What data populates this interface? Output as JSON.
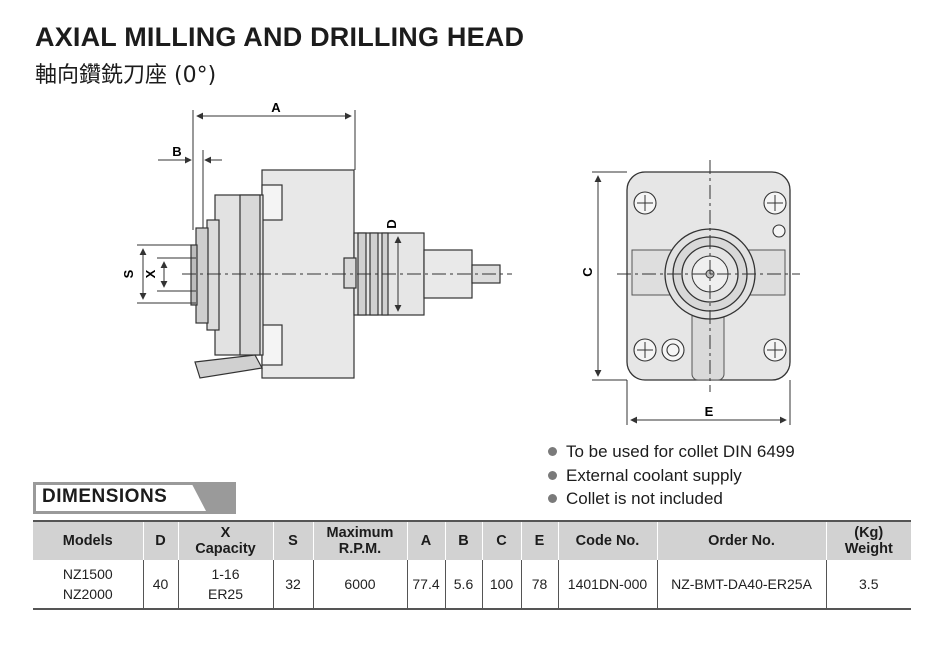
{
  "title": {
    "english": "AXIAL MILLING AND DRILLING HEAD",
    "chinese": "軸向鑽銑刀座 (0°)"
  },
  "drawing_labels": {
    "a": "A",
    "b": "B",
    "d": "D",
    "s": "S",
    "x": "X",
    "c": "C",
    "e": "E"
  },
  "notes": [
    "To be used for collet DIN 6499",
    "External coolant supply",
    "Collet is not included"
  ],
  "dimensions_label": "DIMENSIONS",
  "table": {
    "headers": {
      "models": "Models",
      "d": "D",
      "x_line1": "X",
      "x_line2": "Capacity",
      "s": "S",
      "rpm_line1": "Maximum",
      "rpm_line2": "R.P.M.",
      "a": "A",
      "b": "B",
      "c": "C",
      "e": "E",
      "code": "Code No.",
      "order": "Order No.",
      "weight_line1": "(Kg)",
      "weight_line2": "Weight"
    },
    "row": {
      "model_1": "NZ1500",
      "model_2": "NZ2000",
      "d": "40",
      "x_capacity_1": "1-16",
      "x_capacity_2": "ER25",
      "s": "32",
      "rpm": "6000",
      "a": "77.4",
      "b": "5.6",
      "c": "100",
      "e": "78",
      "code": "1401DN-000",
      "order": "NZ-BMT-DA40-ER25A",
      "weight": "3.5"
    }
  }
}
